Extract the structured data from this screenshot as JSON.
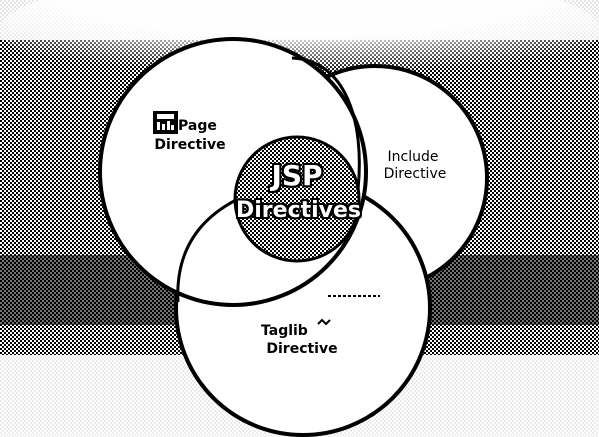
{
  "diagram": {
    "center": {
      "line1": "JSP",
      "line2": "Directives"
    },
    "page": {
      "line1": "Page",
      "line2": "Directive"
    },
    "include": {
      "line1": "Include",
      "line2": "Directive"
    },
    "taglib": {
      "line1": "Taglib",
      "line2": "Directive"
    }
  },
  "colors": {
    "background_light": "#ffffff",
    "background_dark": "#000000",
    "circle_fill": "#ffffff",
    "outline": "#000000"
  },
  "icons": [
    "chart-icon"
  ]
}
